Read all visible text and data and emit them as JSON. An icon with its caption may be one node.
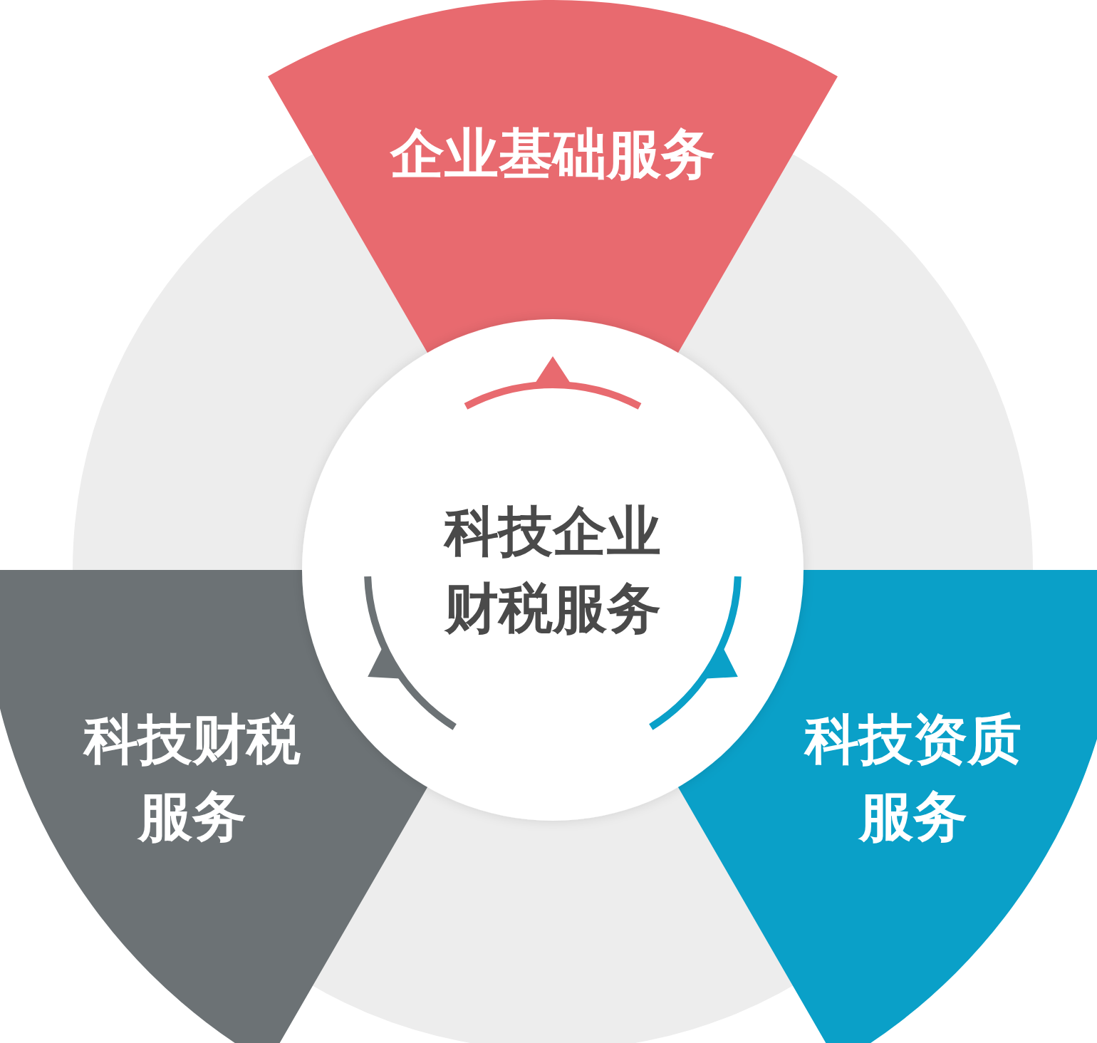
{
  "diagram": {
    "nodes": [
      {
        "text": [
          "企业基础服务"
        ]
      },
      {
        "text": [
          "科技企业财税服务"
        ]
      },
      {
        "text": [
          "科技财税服务"
        ]
      },
      {
        "text": [
          "科技资质服务"
        ]
      }
    ]
  }
}
